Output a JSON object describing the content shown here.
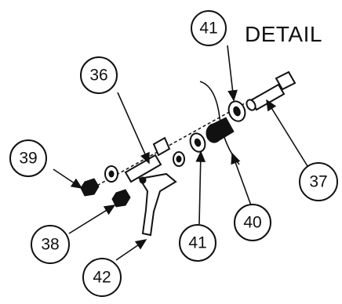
{
  "diagram": {
    "title": "DETAIL",
    "callouts": {
      "c36": "36",
      "c37": "37",
      "c38": "38",
      "c39": "39",
      "c40": "40",
      "c41_top": "41",
      "c41_bottom": "41",
      "c42": "42"
    },
    "colors": {
      "ink": "#111111",
      "paper": "#ffffff"
    }
  }
}
